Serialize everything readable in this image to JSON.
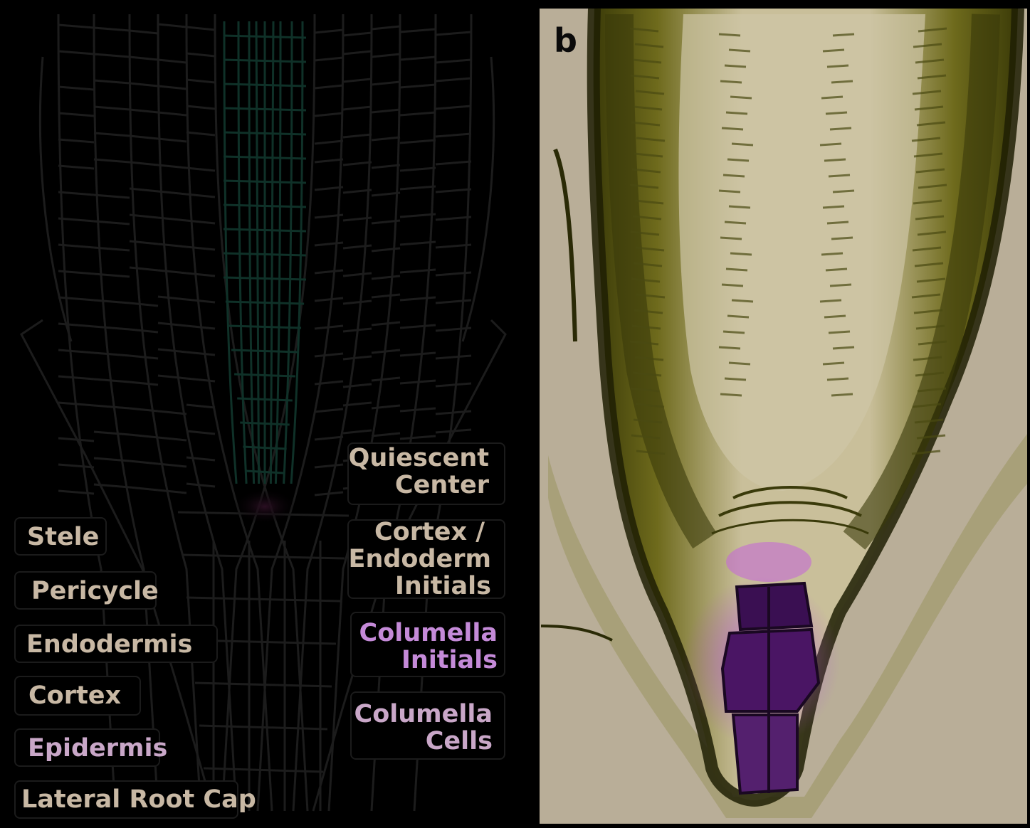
{
  "panel_letter": "b",
  "colors": {
    "background": "#000000",
    "label_tan": "#c8b8a4",
    "label_pink": "#c9a7c8",
    "label_violet": "#c48ad8",
    "micrograph_bg": "#b8ad96",
    "micrograph_tissue": "#8a8a2a",
    "stain_magenta": "#a040c0",
    "diagram_lines": "#1a1a1a",
    "stele_lines": "#0f3a30"
  },
  "labels_left": [
    {
      "key": "stele",
      "text": "Stele"
    },
    {
      "key": "pericycle",
      "text": "Pericycle"
    },
    {
      "key": "endodermis",
      "text": "Endodermis"
    },
    {
      "key": "cortex",
      "text": "Cortex"
    },
    {
      "key": "epidermis",
      "text": "Epidermis"
    },
    {
      "key": "lateral_root_cap",
      "text": "Lateral Root Cap"
    }
  ],
  "labels_right": [
    {
      "key": "quiescent_center",
      "lines": [
        "Quiescent",
        "Center"
      ]
    },
    {
      "key": "cortex_endoderm_initials",
      "lines": [
        "Cortex /",
        "Endoderm",
        "Initials"
      ]
    },
    {
      "key": "columella_initials",
      "lines": [
        "Columella",
        "Initials"
      ]
    },
    {
      "key": "columella_cells",
      "lines": [
        "Columella",
        "Cells"
      ]
    }
  ]
}
